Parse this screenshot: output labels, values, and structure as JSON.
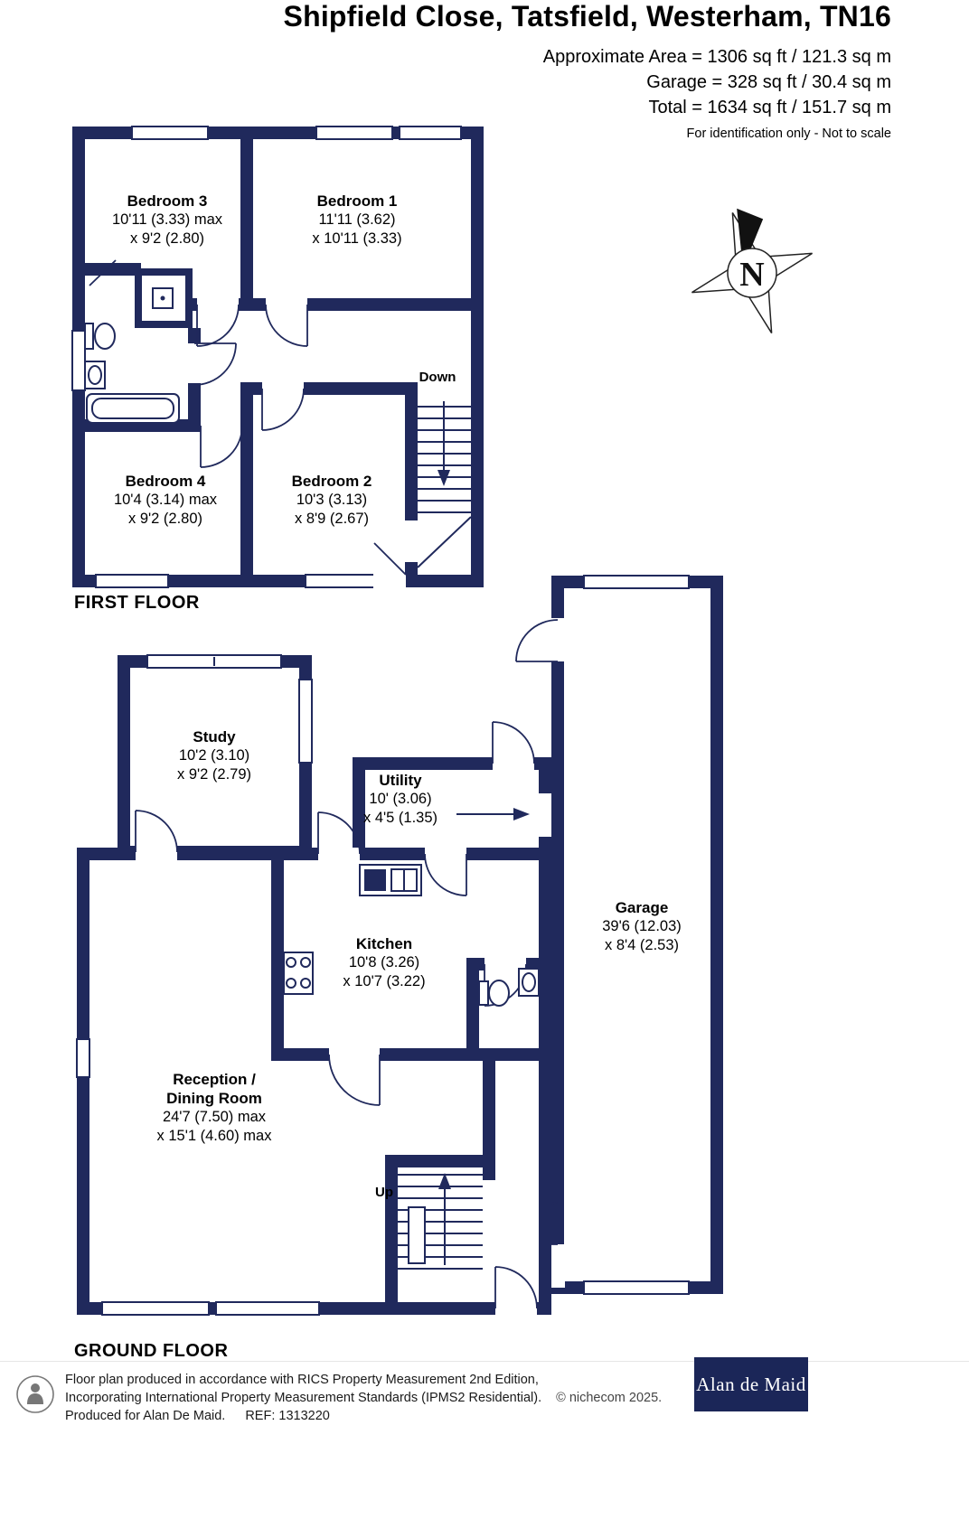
{
  "header": {
    "title": "Shipfield Close, Tatsfield, Westerham, TN16",
    "area_line1": "Approximate Area = 1306 sq ft / 121.3 sq m",
    "area_line2": "Garage = 328 sq ft / 30.4 sq m",
    "area_line3": "Total = 1634 sq ft / 151.7 sq m",
    "disclaimer": "For identification only - Not to scale"
  },
  "floors": {
    "first": {
      "label": "FIRST FLOOR",
      "stairs_label": "Down",
      "rooms": [
        {
          "name": "Bedroom 3",
          "dim1": "10'11 (3.33) max",
          "dim2": "x 9'2 (2.80)"
        },
        {
          "name": "Bedroom 1",
          "dim1": "11'11 (3.62)",
          "dim2": "x 10'11 (3.33)"
        },
        {
          "name": "Bedroom 4",
          "dim1": "10'4 (3.14) max",
          "dim2": "x 9'2 (2.80)"
        },
        {
          "name": "Bedroom 2",
          "dim1": "10'3 (3.13)",
          "dim2": "x 8'9 (2.67)"
        }
      ]
    },
    "ground": {
      "label": "GROUND FLOOR",
      "stairs_label": "Up",
      "rooms": [
        {
          "name": "Study",
          "dim1": "10'2 (3.10)",
          "dim2": "x 9'2 (2.79)"
        },
        {
          "name": "Utility",
          "dim1": "10' (3.06)",
          "dim2": "x 4'5 (1.35)"
        },
        {
          "name": "Kitchen",
          "dim1": "10'8 (3.26)",
          "dim2": "x 10'7 (3.22)"
        },
        {
          "name": "Garage",
          "dim1": "39'6 (12.03)",
          "dim2": "x 8'4 (2.53)"
        },
        {
          "name": "Reception /",
          "name2": "Dining Room",
          "dim1": "24'7 (7.50) max",
          "dim2": "x 15'1 (4.60) max"
        }
      ]
    }
  },
  "compass": {
    "label": "N"
  },
  "footer": {
    "line1": "Floor plan produced in accordance with RICS Property Measurement 2nd Edition,",
    "line2": "Incorporating International Property Measurement Standards (IPMS2 Residential).",
    "copyright": "© nichecom 2025.",
    "line3": "Produced for Alan De Maid.",
    "ref": "REF: 1313220",
    "logo": "Alan de Maid"
  },
  "colors": {
    "wall": "#20295c",
    "text": "#000000",
    "logo_bg": "#1b2658"
  }
}
